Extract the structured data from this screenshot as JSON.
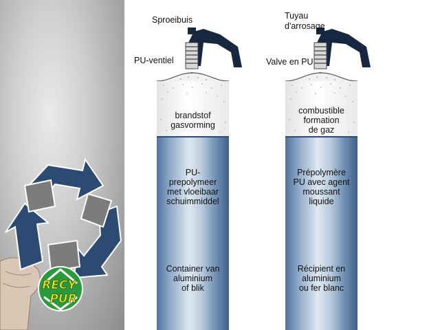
{
  "colors": {
    "blue": "#2c4a72",
    "handle": "#172740",
    "green": "#2a9a3c",
    "yellow": "#f2e01a"
  },
  "logo": {
    "line1": "RECY",
    "line2": "PUR"
  },
  "dutch": {
    "nozzle_label": "Sproeibuis",
    "valve_label": "PU-ventiel",
    "top_zone": [
      "brandstof",
      "gasvorming"
    ],
    "middle_zone": [
      "PU-",
      "prepolymeer",
      "met vloeibaar",
      "schuimmiddel"
    ],
    "bottom_zone": [
      "Container van",
      "aluminium",
      "of blik"
    ]
  },
  "french": {
    "nozzle_label": [
      "Tuyau",
      "d'arrosage"
    ],
    "valve_label": "Valve en PU",
    "top_zone": [
      "combustible",
      "formation",
      "de gaz"
    ],
    "middle_zone": [
      "Prépolymère",
      "PU avec agent",
      "moussant",
      "liquide"
    ],
    "bottom_zone": [
      "Récipient en",
      "aluminium",
      "ou fer blanc"
    ]
  }
}
